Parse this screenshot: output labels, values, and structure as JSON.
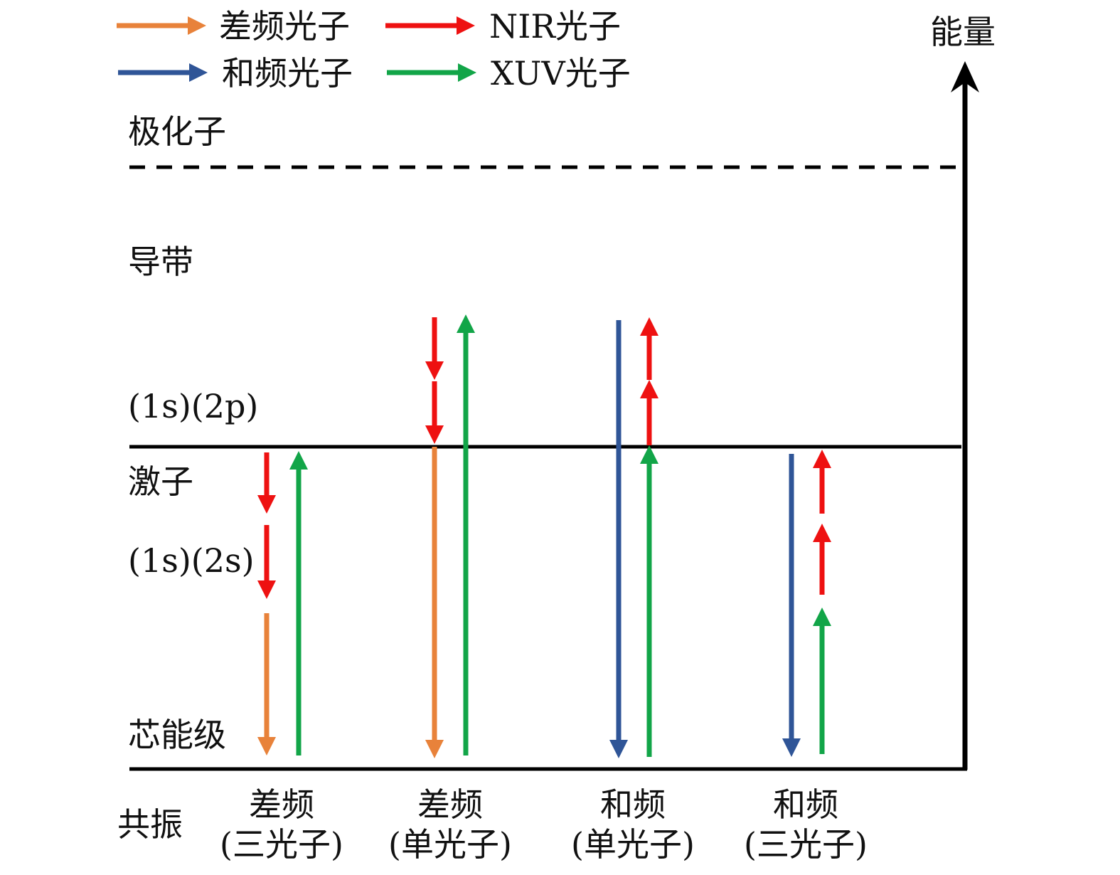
{
  "legend": [
    {
      "label": "差频光子",
      "color": "#e8823a"
    },
    {
      "label": "NIR光子",
      "color": "#ee1111"
    },
    {
      "label": "和频光子",
      "color": "#2f5597"
    },
    {
      "label": "XUV光子",
      "color": "#12a548"
    }
  ],
  "axis": {
    "label": "能量"
  },
  "levels": {
    "polariton": "极化子",
    "conduction_band": "导带",
    "state_2p": "(1s)(2p)",
    "exciton": "激子",
    "state_2s": "(1s)(2s)",
    "core_level": "芯能级"
  },
  "resonance": {
    "title": "共振",
    "columns": [
      {
        "line1": "差频",
        "line2": "(三光子)"
      },
      {
        "line1": "差频",
        "line2": "(单光子)"
      },
      {
        "line1": "和频",
        "line2": "(单光子)"
      },
      {
        "line1": "和频",
        "line2": "(三光子)"
      }
    ]
  },
  "colors": {
    "axis": "#000000",
    "band_red": "#ff8a8a",
    "band_gray": "#bbbbbb"
  }
}
